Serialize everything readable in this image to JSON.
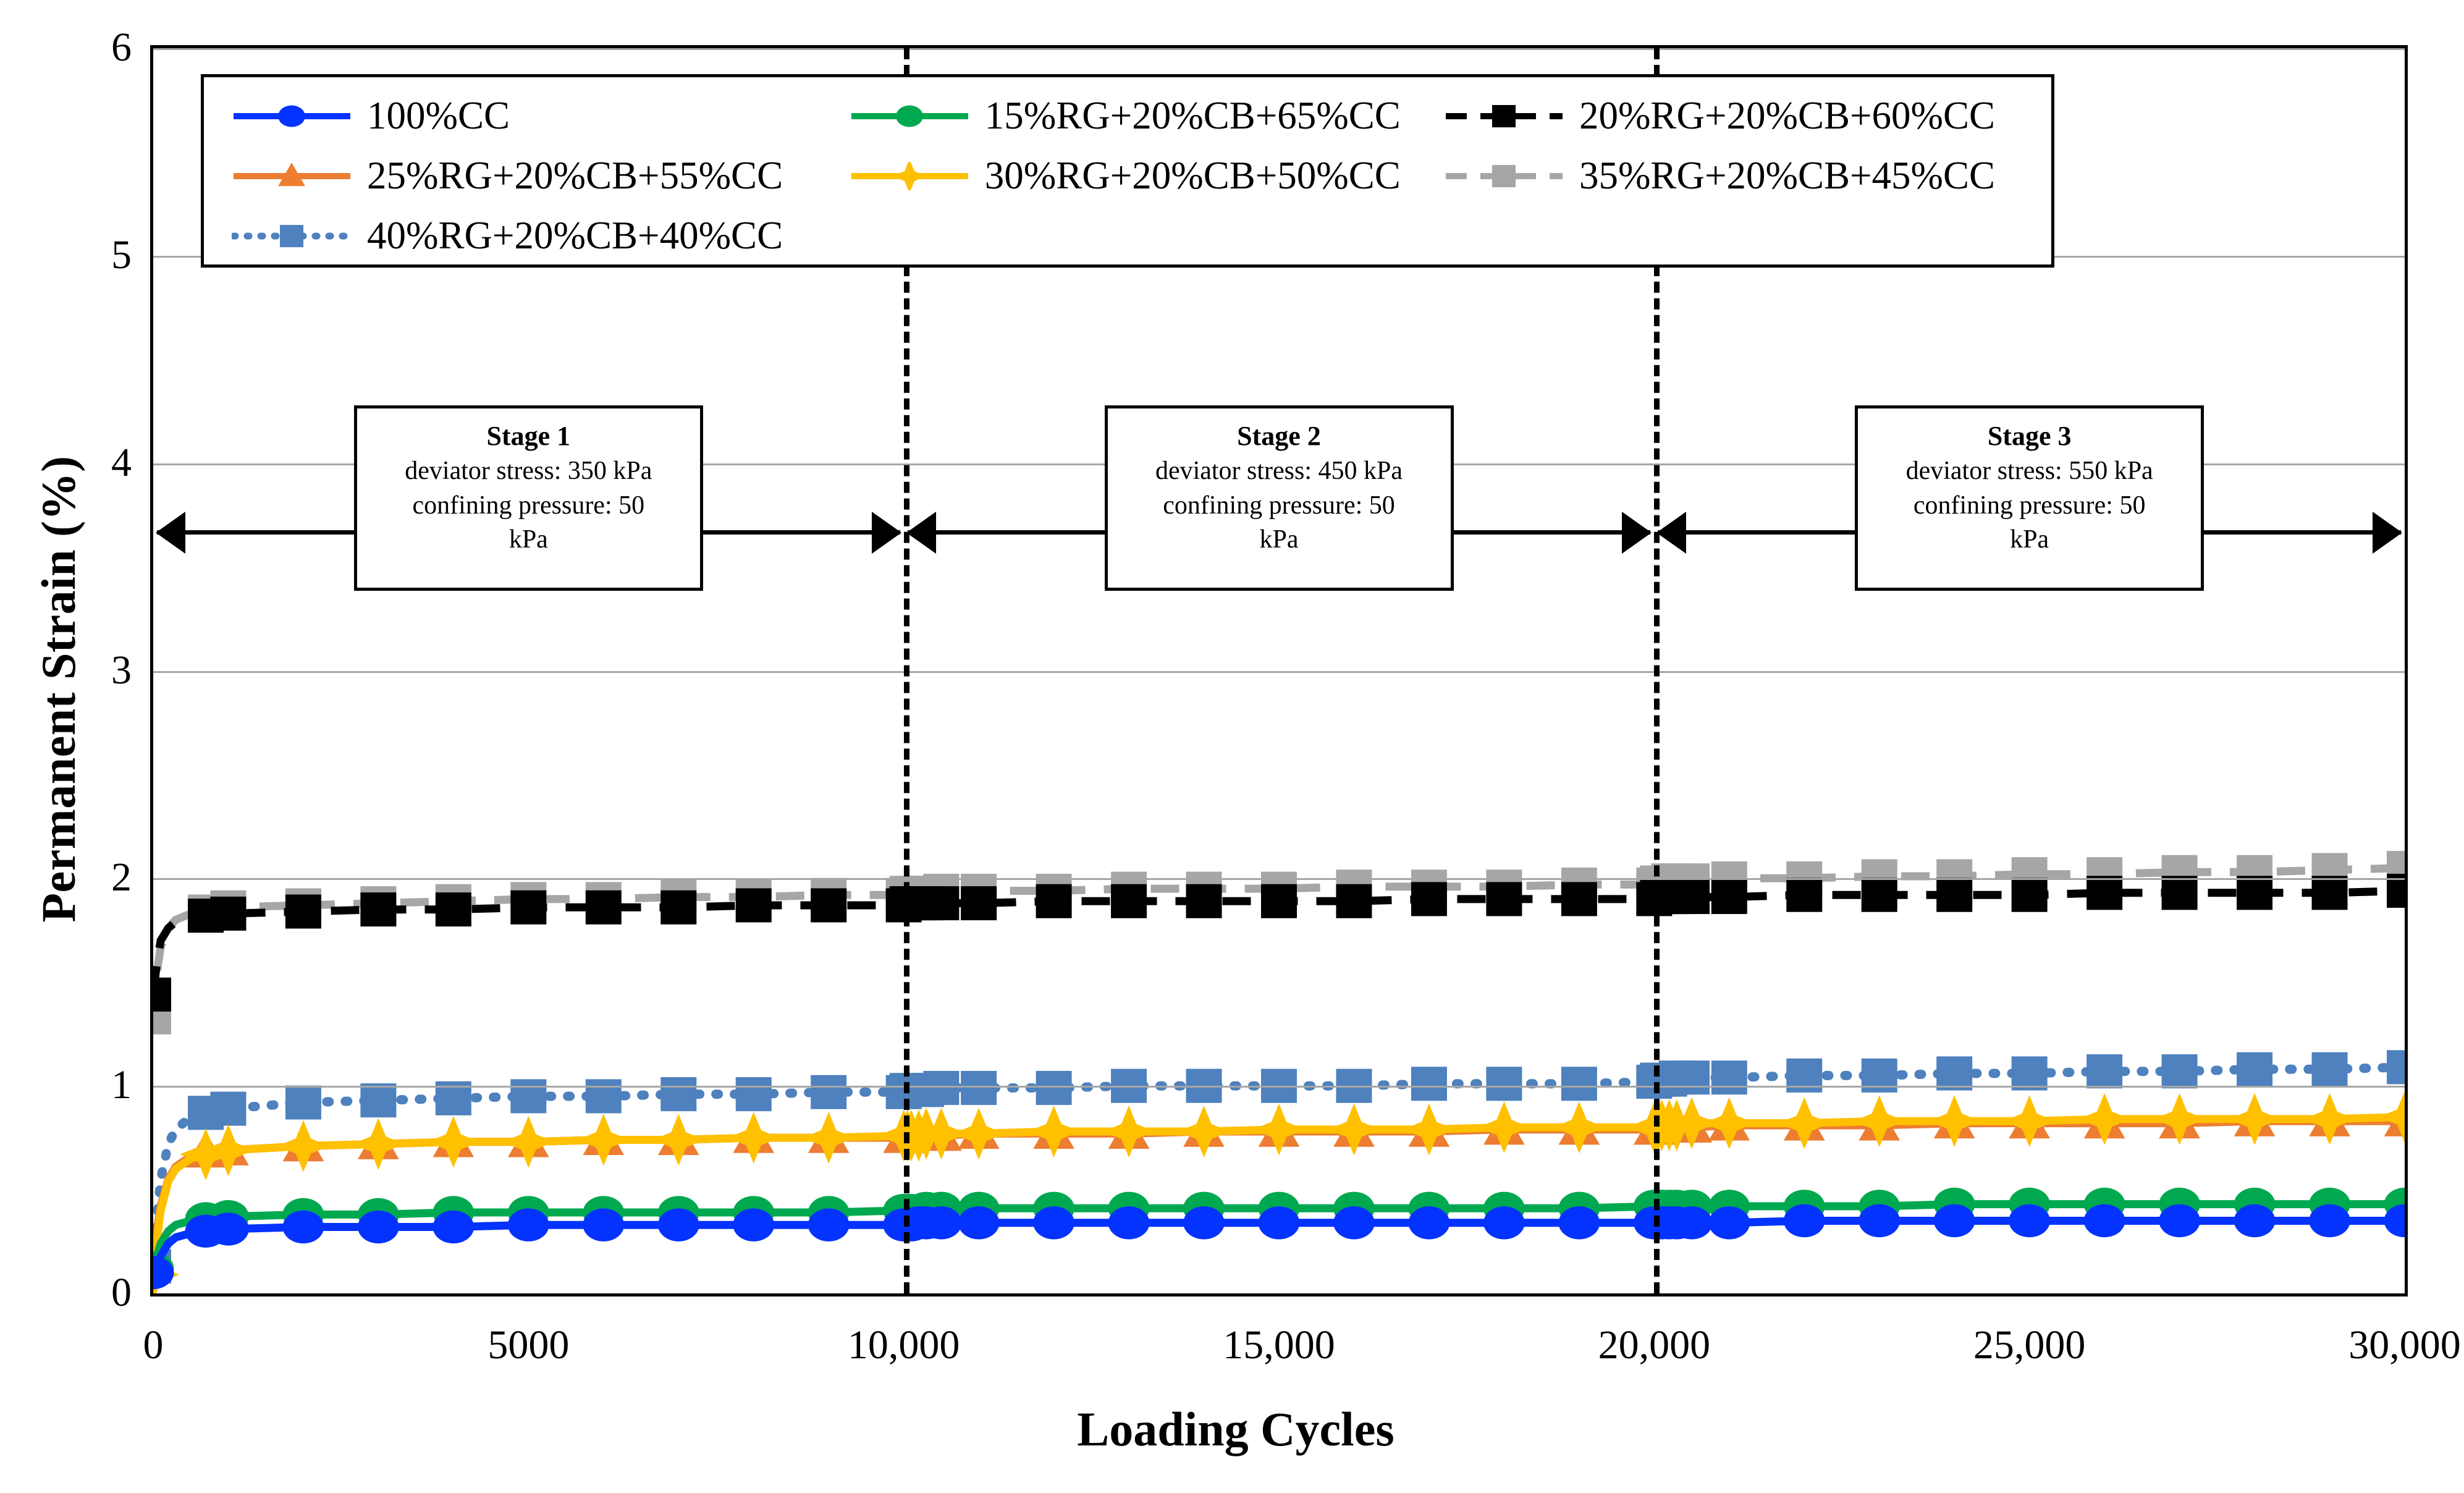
{
  "chart_data": {
    "type": "line",
    "title": "",
    "xlabel": "Loading Cycles",
    "ylabel": "Permanent Strain (%)",
    "xlim": [
      0,
      30000
    ],
    "ylim": [
      0,
      6
    ],
    "ytick_labels": [
      "0",
      "1",
      "2",
      "3",
      "4",
      "5",
      "6"
    ],
    "ytick_values": [
      0,
      1,
      2,
      3,
      4,
      5,
      6
    ],
    "xtick_labels": [
      "0",
      "5000",
      "10,000",
      "15,000",
      "20,000",
      "25,000",
      "30,000"
    ],
    "xtick_values": [
      0,
      5000,
      10000,
      15000,
      20000,
      25000,
      30000
    ],
    "grid": "horizontal-major",
    "legend_position": "top-inside",
    "stage_dividers": [
      10000,
      20000
    ],
    "x": [
      0,
      50,
      100,
      200,
      300,
      500,
      700,
      1000,
      2000,
      3000,
      4000,
      5000,
      6000,
      7000,
      8000,
      9000,
      10000,
      10050,
      10100,
      10200,
      10300,
      10500,
      11000,
      12000,
      13000,
      14000,
      15000,
      16000,
      17000,
      18000,
      19000,
      20000,
      20050,
      20100,
      20200,
      20300,
      20500,
      21000,
      22000,
      23000,
      24000,
      25000,
      26000,
      27000,
      28000,
      29000,
      30000
    ],
    "series": [
      {
        "name": "100%CC",
        "color": "#0432FF",
        "marker": "circle",
        "line": "solid",
        "values": [
          0.1,
          0.14,
          0.18,
          0.24,
          0.27,
          0.29,
          0.3,
          0.31,
          0.32,
          0.32,
          0.32,
          0.33,
          0.33,
          0.33,
          0.33,
          0.33,
          0.33,
          0.33,
          0.33,
          0.34,
          0.34,
          0.34,
          0.34,
          0.34,
          0.34,
          0.34,
          0.34,
          0.34,
          0.34,
          0.34,
          0.34,
          0.34,
          0.34,
          0.34,
          0.34,
          0.34,
          0.34,
          0.34,
          0.35,
          0.35,
          0.35,
          0.35,
          0.35,
          0.35,
          0.35,
          0.35,
          0.35
        ]
      },
      {
        "name": "15%RG+20%CB+65%CC",
        "color": "#00A94F",
        "marker": "circle",
        "line": "solid",
        "values": [
          0.12,
          0.18,
          0.24,
          0.3,
          0.33,
          0.35,
          0.36,
          0.37,
          0.38,
          0.38,
          0.39,
          0.39,
          0.39,
          0.39,
          0.39,
          0.39,
          0.4,
          0.4,
          0.4,
          0.4,
          0.41,
          0.41,
          0.41,
          0.41,
          0.41,
          0.41,
          0.41,
          0.41,
          0.41,
          0.41,
          0.41,
          0.42,
          0.42,
          0.42,
          0.42,
          0.42,
          0.42,
          0.42,
          0.42,
          0.42,
          0.43,
          0.43,
          0.43,
          0.43,
          0.43,
          0.43,
          0.43
        ]
      },
      {
        "name": "20%RG+20%CB+60%CC",
        "color": "#000000",
        "marker": "square",
        "line": "dashed",
        "values": [
          1.44,
          1.6,
          1.7,
          1.76,
          1.79,
          1.81,
          1.82,
          1.83,
          1.84,
          1.85,
          1.85,
          1.86,
          1.86,
          1.86,
          1.87,
          1.87,
          1.87,
          1.88,
          1.88,
          1.88,
          1.88,
          1.88,
          1.88,
          1.89,
          1.89,
          1.89,
          1.89,
          1.89,
          1.9,
          1.9,
          1.9,
          1.9,
          1.91,
          1.91,
          1.91,
          1.91,
          1.91,
          1.91,
          1.92,
          1.92,
          1.92,
          1.92,
          1.93,
          1.93,
          1.93,
          1.93,
          1.94
        ]
      },
      {
        "name": "25%RG+20%CB+55%CC",
        "color": "#ED7D31",
        "marker": "triangle",
        "line": "solid",
        "values": [
          0.16,
          0.3,
          0.42,
          0.55,
          0.61,
          0.66,
          0.68,
          0.69,
          0.71,
          0.72,
          0.73,
          0.73,
          0.74,
          0.74,
          0.75,
          0.75,
          0.75,
          0.76,
          0.76,
          0.76,
          0.76,
          0.76,
          0.77,
          0.77,
          0.77,
          0.78,
          0.78,
          0.78,
          0.78,
          0.79,
          0.79,
          0.79,
          0.8,
          0.8,
          0.8,
          0.8,
          0.8,
          0.81,
          0.81,
          0.81,
          0.82,
          0.82,
          0.82,
          0.82,
          0.83,
          0.83,
          0.83
        ]
      },
      {
        "name": "30%RG+20%CB+50%CC",
        "color": "#FFC000",
        "marker": "diamond",
        "line": "solid",
        "values": [
          0.09,
          0.26,
          0.4,
          0.54,
          0.6,
          0.65,
          0.67,
          0.69,
          0.71,
          0.72,
          0.73,
          0.73,
          0.74,
          0.74,
          0.75,
          0.75,
          0.76,
          0.76,
          0.76,
          0.76,
          0.77,
          0.77,
          0.77,
          0.78,
          0.78,
          0.78,
          0.79,
          0.79,
          0.79,
          0.8,
          0.8,
          0.8,
          0.81,
          0.81,
          0.81,
          0.81,
          0.82,
          0.82,
          0.82,
          0.83,
          0.83,
          0.83,
          0.84,
          0.84,
          0.84,
          0.84,
          0.85
        ]
      },
      {
        "name": "35%RG+20%CB+45%CC",
        "color": "#A6A6A6",
        "marker": "square",
        "line": "dashed",
        "values": [
          1.33,
          1.55,
          1.67,
          1.76,
          1.8,
          1.83,
          1.84,
          1.86,
          1.87,
          1.88,
          1.89,
          1.9,
          1.9,
          1.91,
          1.91,
          1.92,
          1.92,
          1.93,
          1.93,
          1.93,
          1.93,
          1.94,
          1.94,
          1.94,
          1.95,
          1.95,
          1.95,
          1.96,
          1.96,
          1.96,
          1.97,
          1.97,
          1.98,
          1.98,
          1.99,
          1.99,
          1.99,
          2.0,
          2.0,
          2.01,
          2.01,
          2.02,
          2.02,
          2.03,
          2.03,
          2.04,
          2.05
        ]
      },
      {
        "name": "40%RG+20%CB+40%CC",
        "color": "#4E81BD",
        "marker": "square",
        "line": "dotted",
        "values": [
          0.13,
          0.36,
          0.55,
          0.72,
          0.79,
          0.85,
          0.87,
          0.89,
          0.92,
          0.93,
          0.94,
          0.95,
          0.95,
          0.96,
          0.96,
          0.97,
          0.97,
          0.98,
          0.98,
          0.98,
          0.98,
          0.99,
          0.99,
          0.99,
          1.0,
          1.0,
          1.0,
          1.0,
          1.01,
          1.01,
          1.01,
          1.02,
          1.03,
          1.03,
          1.03,
          1.04,
          1.04,
          1.04,
          1.05,
          1.05,
          1.06,
          1.06,
          1.07,
          1.07,
          1.08,
          1.08,
          1.09
        ]
      }
    ],
    "annotations": [
      {
        "id": "stage-1",
        "title": "Stage 1",
        "line1": "deviator stress: 350 kPa",
        "line2": "confining pressure: 50",
        "line3": "kPa",
        "range": [
          0,
          10000
        ]
      },
      {
        "id": "stage-2",
        "title": "Stage 2",
        "line1": "deviator stress: 450 kPa",
        "line2": "confining pressure: 50",
        "line3": "kPa",
        "range": [
          10000,
          20000
        ]
      },
      {
        "id": "stage-3",
        "title": "Stage 3",
        "line1": "deviator stress: 550 kPa",
        "line2": "confining pressure: 50",
        "line3": "kPa",
        "range": [
          20000,
          30000
        ]
      }
    ]
  }
}
